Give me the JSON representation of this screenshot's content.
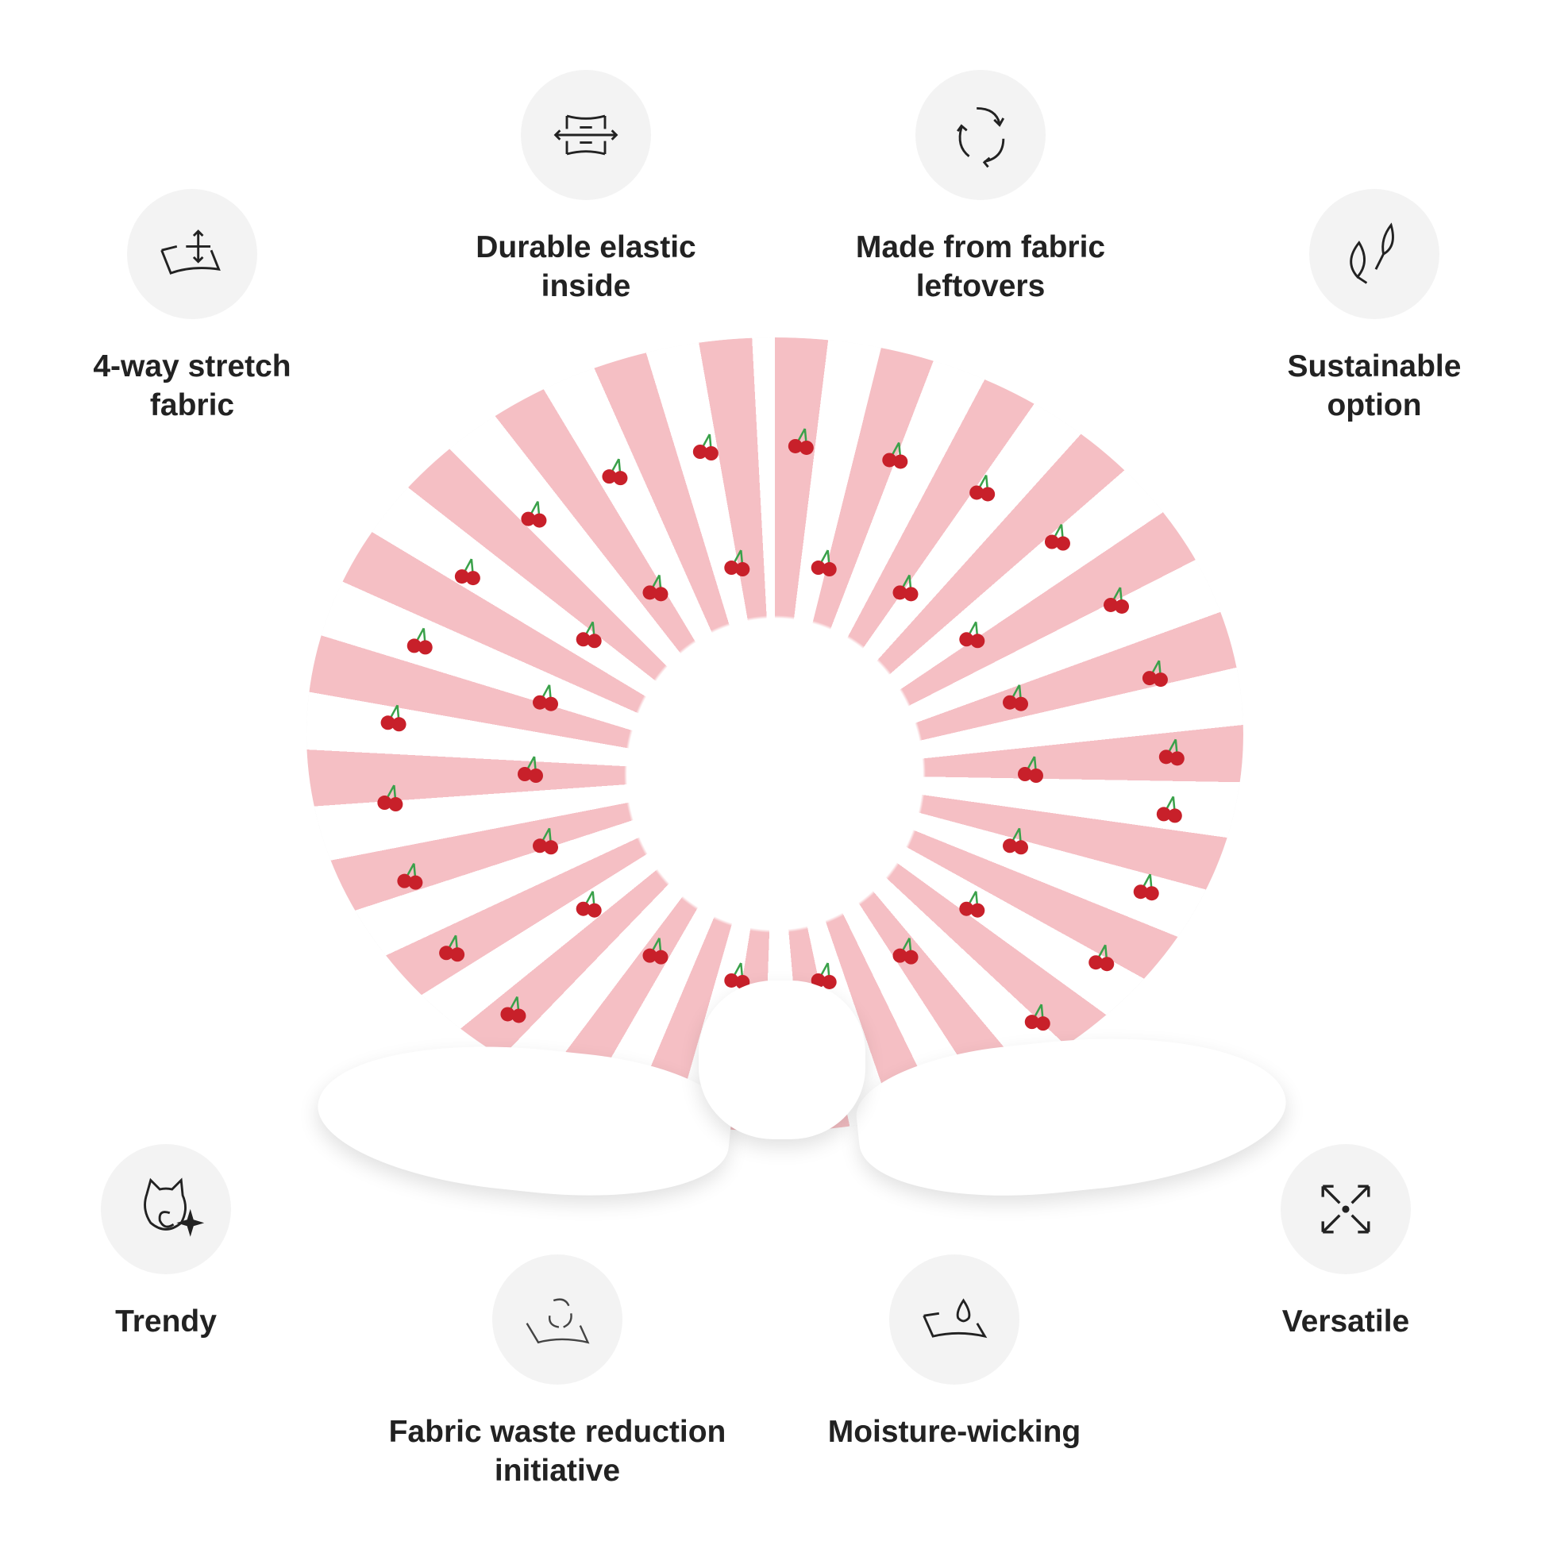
{
  "features": [
    {
      "icon": "stretch-fabric-icon",
      "label_lines": [
        "4-way stretch",
        "fabric"
      ]
    },
    {
      "icon": "elastic-icon",
      "label_lines": [
        "Durable elastic",
        "inside"
      ]
    },
    {
      "icon": "recycle-icon",
      "label_lines": [
        "Made from fabric",
        "leftovers"
      ]
    },
    {
      "icon": "leaves-icon",
      "label_lines": [
        "Sustainable",
        "option"
      ]
    },
    {
      "icon": "cat-sparkle-icon",
      "label_lines": [
        "Trendy"
      ]
    },
    {
      "icon": "fabric-recycle-icon",
      "label_lines": [
        "Fabric waste reduction",
        "initiative"
      ]
    },
    {
      "icon": "water-drop-fabric-icon",
      "label_lines": [
        "Moisture-wicking"
      ]
    },
    {
      "icon": "expand-arrows-icon",
      "label_lines": [
        "Versatile"
      ]
    }
  ],
  "colors": {
    "stripe_pink": "#f5bfc4",
    "cherry_red": "#c8202a",
    "stem_green": "#3aa14a",
    "icon_bg": "#f3f3f3",
    "text": "#222222"
  }
}
